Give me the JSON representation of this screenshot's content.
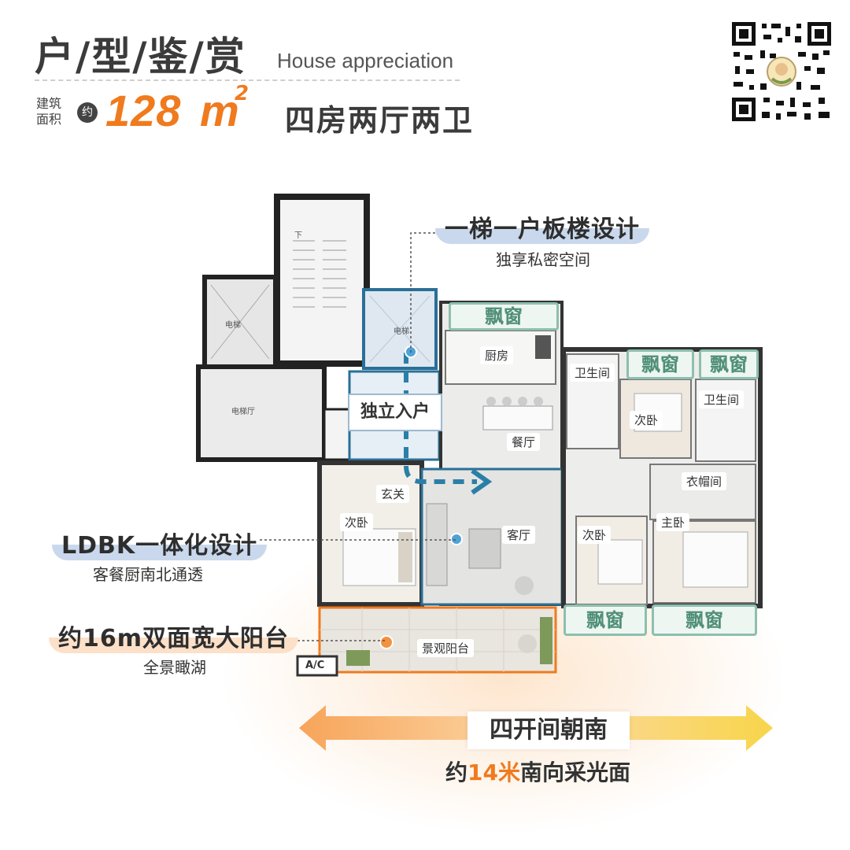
{
  "header": {
    "title": "户/型/鉴/赏",
    "title_en": "House appreciation",
    "area_label": "建筑面积",
    "approx": "约",
    "area_value": "128",
    "area_unit": "m",
    "area_sup": "2",
    "layout_type": "四房两厅两卫"
  },
  "callouts": {
    "one_elevator_title": "一梯一户板楼设计",
    "one_elevator_sub": "独享私密空间",
    "ldbk_title": "LDBK一体化设计",
    "ldbk_sub": "客餐厨南北通透",
    "balcony_title": "约16m双面宽大阳台",
    "balcony_sub": "全景瞰湖",
    "private_entry": "独立入户",
    "south_title": "四开间朝南",
    "south_sub_pre": "约",
    "south_sub_num": "14米",
    "south_sub_post": "南向采光面"
  },
  "rooms": {
    "kitchen": "厨房",
    "dining": "餐厅",
    "living": "客厅",
    "foyer": "玄关",
    "bedroom_w": "次卧",
    "bedroom_2": "次卧",
    "bedroom_3": "次卧",
    "master": "主卧",
    "bath_1": "卫生间",
    "bath_2": "卫生间",
    "closet": "衣帽间",
    "balcony": "景观阳台",
    "bay_window": "飘窗",
    "elevator_hall": "电梯厅",
    "elevator": "电梯",
    "ac": "A/C",
    "down": "下"
  },
  "colors": {
    "accent_orange": "#f07a1e",
    "window_green": "#8ebfae",
    "blue_path": "#2a7fa8",
    "callout_blue": "#c9d8ec",
    "callout_orange": "#fde0c8"
  }
}
